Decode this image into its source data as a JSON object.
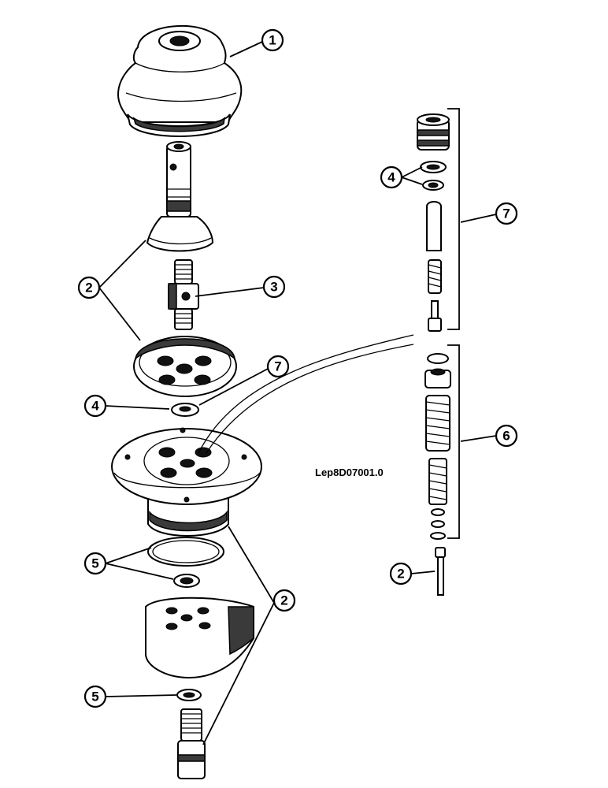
{
  "figure": {
    "reference_code": "Lep8D07001.0",
    "callouts": [
      {
        "id": "c1",
        "label": "1"
      },
      {
        "id": "c2a",
        "label": "2"
      },
      {
        "id": "c3",
        "label": "3"
      },
      {
        "id": "c7a",
        "label": "7"
      },
      {
        "id": "c4a",
        "label": "4"
      },
      {
        "id": "c5a",
        "label": "5"
      },
      {
        "id": "c2b",
        "label": "2"
      },
      {
        "id": "c5b",
        "label": "5"
      },
      {
        "id": "c4b",
        "label": "4"
      },
      {
        "id": "c7b",
        "label": "7"
      },
      {
        "id": "c6",
        "label": "6"
      },
      {
        "id": "c2c",
        "label": "2"
      }
    ]
  }
}
